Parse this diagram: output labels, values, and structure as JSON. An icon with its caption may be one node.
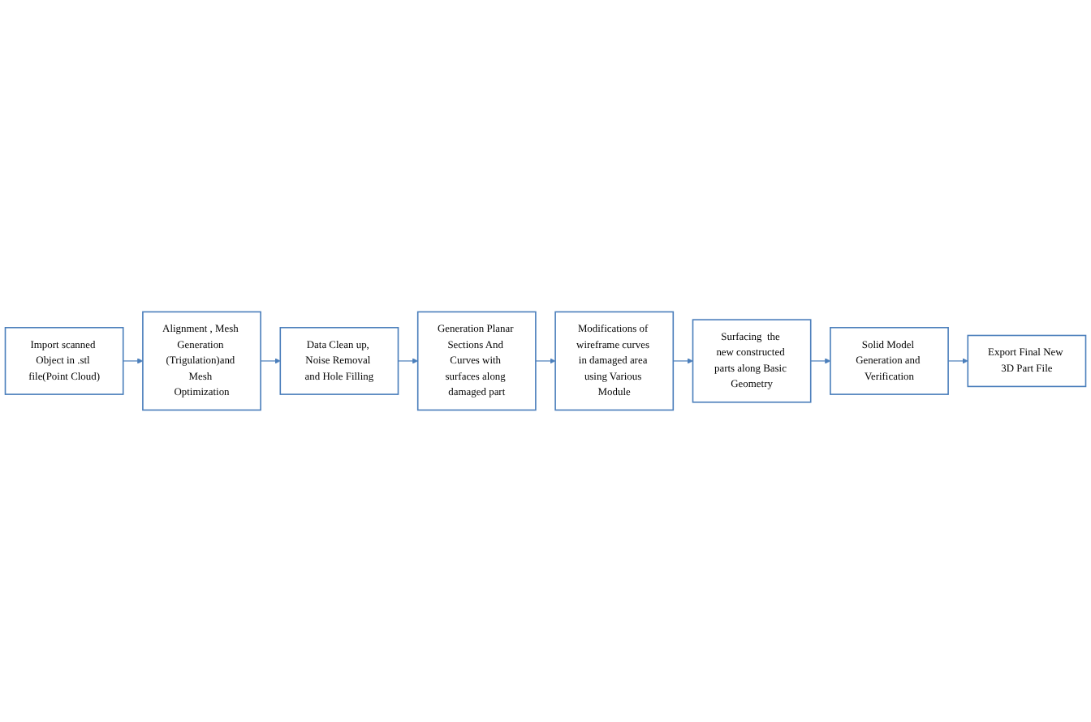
{
  "diagram": {
    "nodes": [
      {
        "text": [
          "Import scanned Object in .stl file(Point Cloud)"
        ]
      },
      {
        "text": [
          "Alignment , Mesh Generation (Trigulation)and Mesh Optimization"
        ]
      },
      {
        "text": [
          "Data Clean up, Noise Removal and Hole Filling"
        ]
      },
      {
        "text": [
          "Generation Planar Sections And Curves with surfaces along damaged part"
        ]
      },
      {
        "text": [
          "Modifications of wireframe curves in damaged area using Various Module"
        ]
      },
      {
        "text": [
          "Surfacing  the new constructed parts along Basic Geometry"
        ]
      },
      {
        "text": [
          "Solid Model Generation and Verification"
        ]
      },
      {
        "text": [
          "Export Final New 3D Part File"
        ]
      }
    ],
    "edges": [
      {
        "from": 0,
        "to": 1,
        "arrow": "to"
      },
      {
        "from": 1,
        "to": 2,
        "arrow": "to"
      },
      {
        "from": 2,
        "to": 3,
        "arrow": "to"
      },
      {
        "from": 3,
        "to": 4,
        "arrow": "to"
      },
      {
        "from": 4,
        "to": 5,
        "arrow": "to"
      },
      {
        "from": 5,
        "to": 6,
        "arrow": "to"
      },
      {
        "from": 6,
        "to": 7,
        "arrow": "to"
      }
    ]
  }
}
